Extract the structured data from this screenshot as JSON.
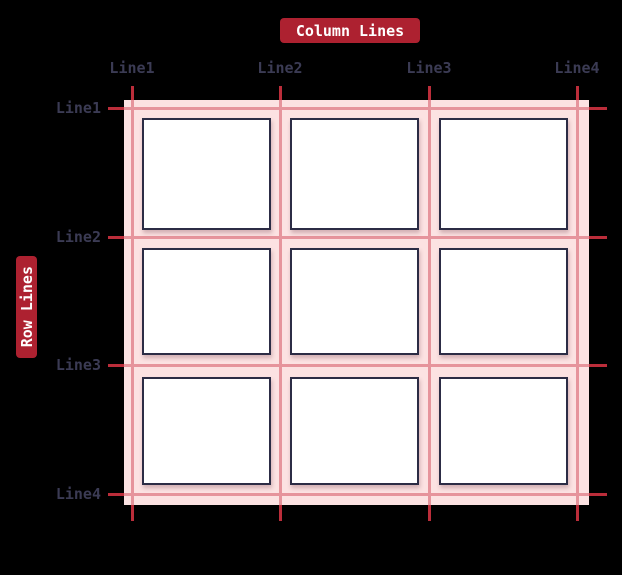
{
  "diagram": {
    "column_badge": "Column Lines",
    "row_badge": "Row Lines",
    "column_labels": [
      "Line1",
      "Line2",
      "Line3",
      "Line4"
    ],
    "row_labels": [
      "Line1",
      "Line2",
      "Line3",
      "Line4"
    ],
    "grid": {
      "columns": 3,
      "rows": 3,
      "items": 9
    },
    "colors": {
      "background": "#000000",
      "badge_bg": "#ad2130",
      "badge_text": "#ffffff",
      "label_text": "#3b3b54",
      "container_bg": "#fce2e2",
      "grid_line_outer": "#bb2d3a",
      "grid_line_inner": "#e6949c",
      "item_fill": "#ffffff",
      "item_border": "#2c2c45"
    }
  }
}
